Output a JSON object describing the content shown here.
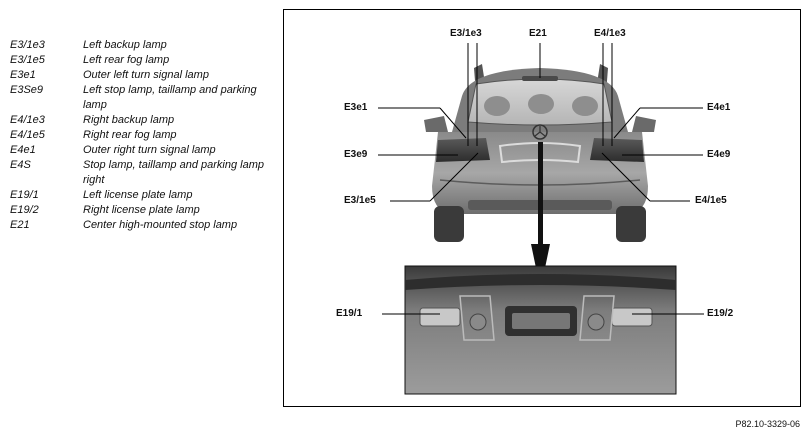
{
  "legend": [
    {
      "code": "E3/1e3",
      "desc": "Left backup lamp"
    },
    {
      "code": "E3/1e5",
      "desc": "Left rear fog lamp"
    },
    {
      "code": "E3e1",
      "desc": "Outer left turn signal lamp"
    },
    {
      "code": "E3Se9",
      "desc": "Left stop lamp, taillamp and parking lamp"
    },
    {
      "code": "E4/1e3",
      "desc": "Right backup lamp"
    },
    {
      "code": "E4/1e5",
      "desc": "Right rear fog lamp"
    },
    {
      "code": "E4e1",
      "desc": "Outer right turn signal lamp"
    },
    {
      "code": "E4S",
      "desc": "Stop lamp, taillamp and parking lamp right"
    },
    {
      "code": "E19/1",
      "desc": "Left license plate lamp"
    },
    {
      "code": "E19/2",
      "desc": "Right license plate lamp"
    },
    {
      "code": "E21",
      "desc": "Center high-mounted stop lamp"
    }
  ],
  "callouts": {
    "e3_1e3": "E3/1e3",
    "e21": "E21",
    "e4_1e3": "E4/1e3",
    "e3e1": "E3e1",
    "e4e1": "E4e1",
    "e3e9": "E3e9",
    "e4e9": "E4e9",
    "e3_1e5": "E3/1e5",
    "e4_1e5": "E4/1e5",
    "e19_1": "E19/1",
    "e19_2": "E19/2"
  },
  "figure_ref": "P82.10-3329-06"
}
